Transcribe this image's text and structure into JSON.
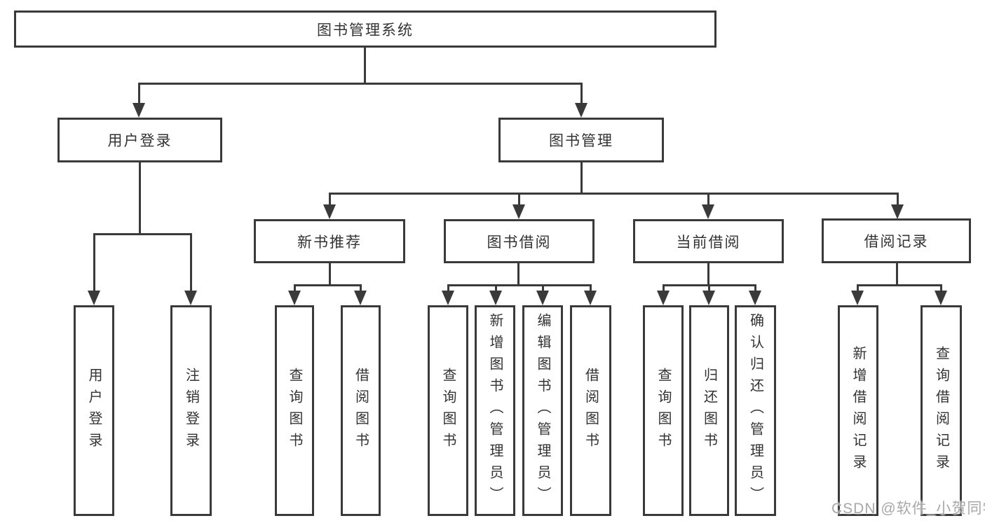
{
  "colors": {
    "line": "#3a3a3a",
    "text": "#333333",
    "watermark": "#a8a8a8",
    "background": "#ffffff"
  },
  "watermark": "CSDN @软件_小贺同学",
  "tree": {
    "root": {
      "label": "图书管理系统",
      "children": [
        {
          "label": "用户登录",
          "children": [
            {
              "label": "用户登录"
            },
            {
              "label": "注销登录"
            }
          ]
        },
        {
          "label": "图书管理",
          "children": [
            {
              "label": "新书推荐",
              "children": [
                {
                  "label": "查询图书"
                },
                {
                  "label": "借阅图书"
                }
              ]
            },
            {
              "label": "图书借阅",
              "children": [
                {
                  "label": "查询图书"
                },
                {
                  "label": "新增图书（管理员）"
                },
                {
                  "label": "编辑图书（管理员）"
                },
                {
                  "label": "借阅图书"
                }
              ]
            },
            {
              "label": "当前借阅",
              "children": [
                {
                  "label": "查询图书"
                },
                {
                  "label": "归还图书"
                },
                {
                  "label": "确认归还（管理员）"
                }
              ]
            },
            {
              "label": "借阅记录",
              "children": [
                {
                  "label": "新增借阅记录"
                },
                {
                  "label": "查询借阅记录"
                }
              ]
            }
          ]
        }
      ]
    }
  }
}
